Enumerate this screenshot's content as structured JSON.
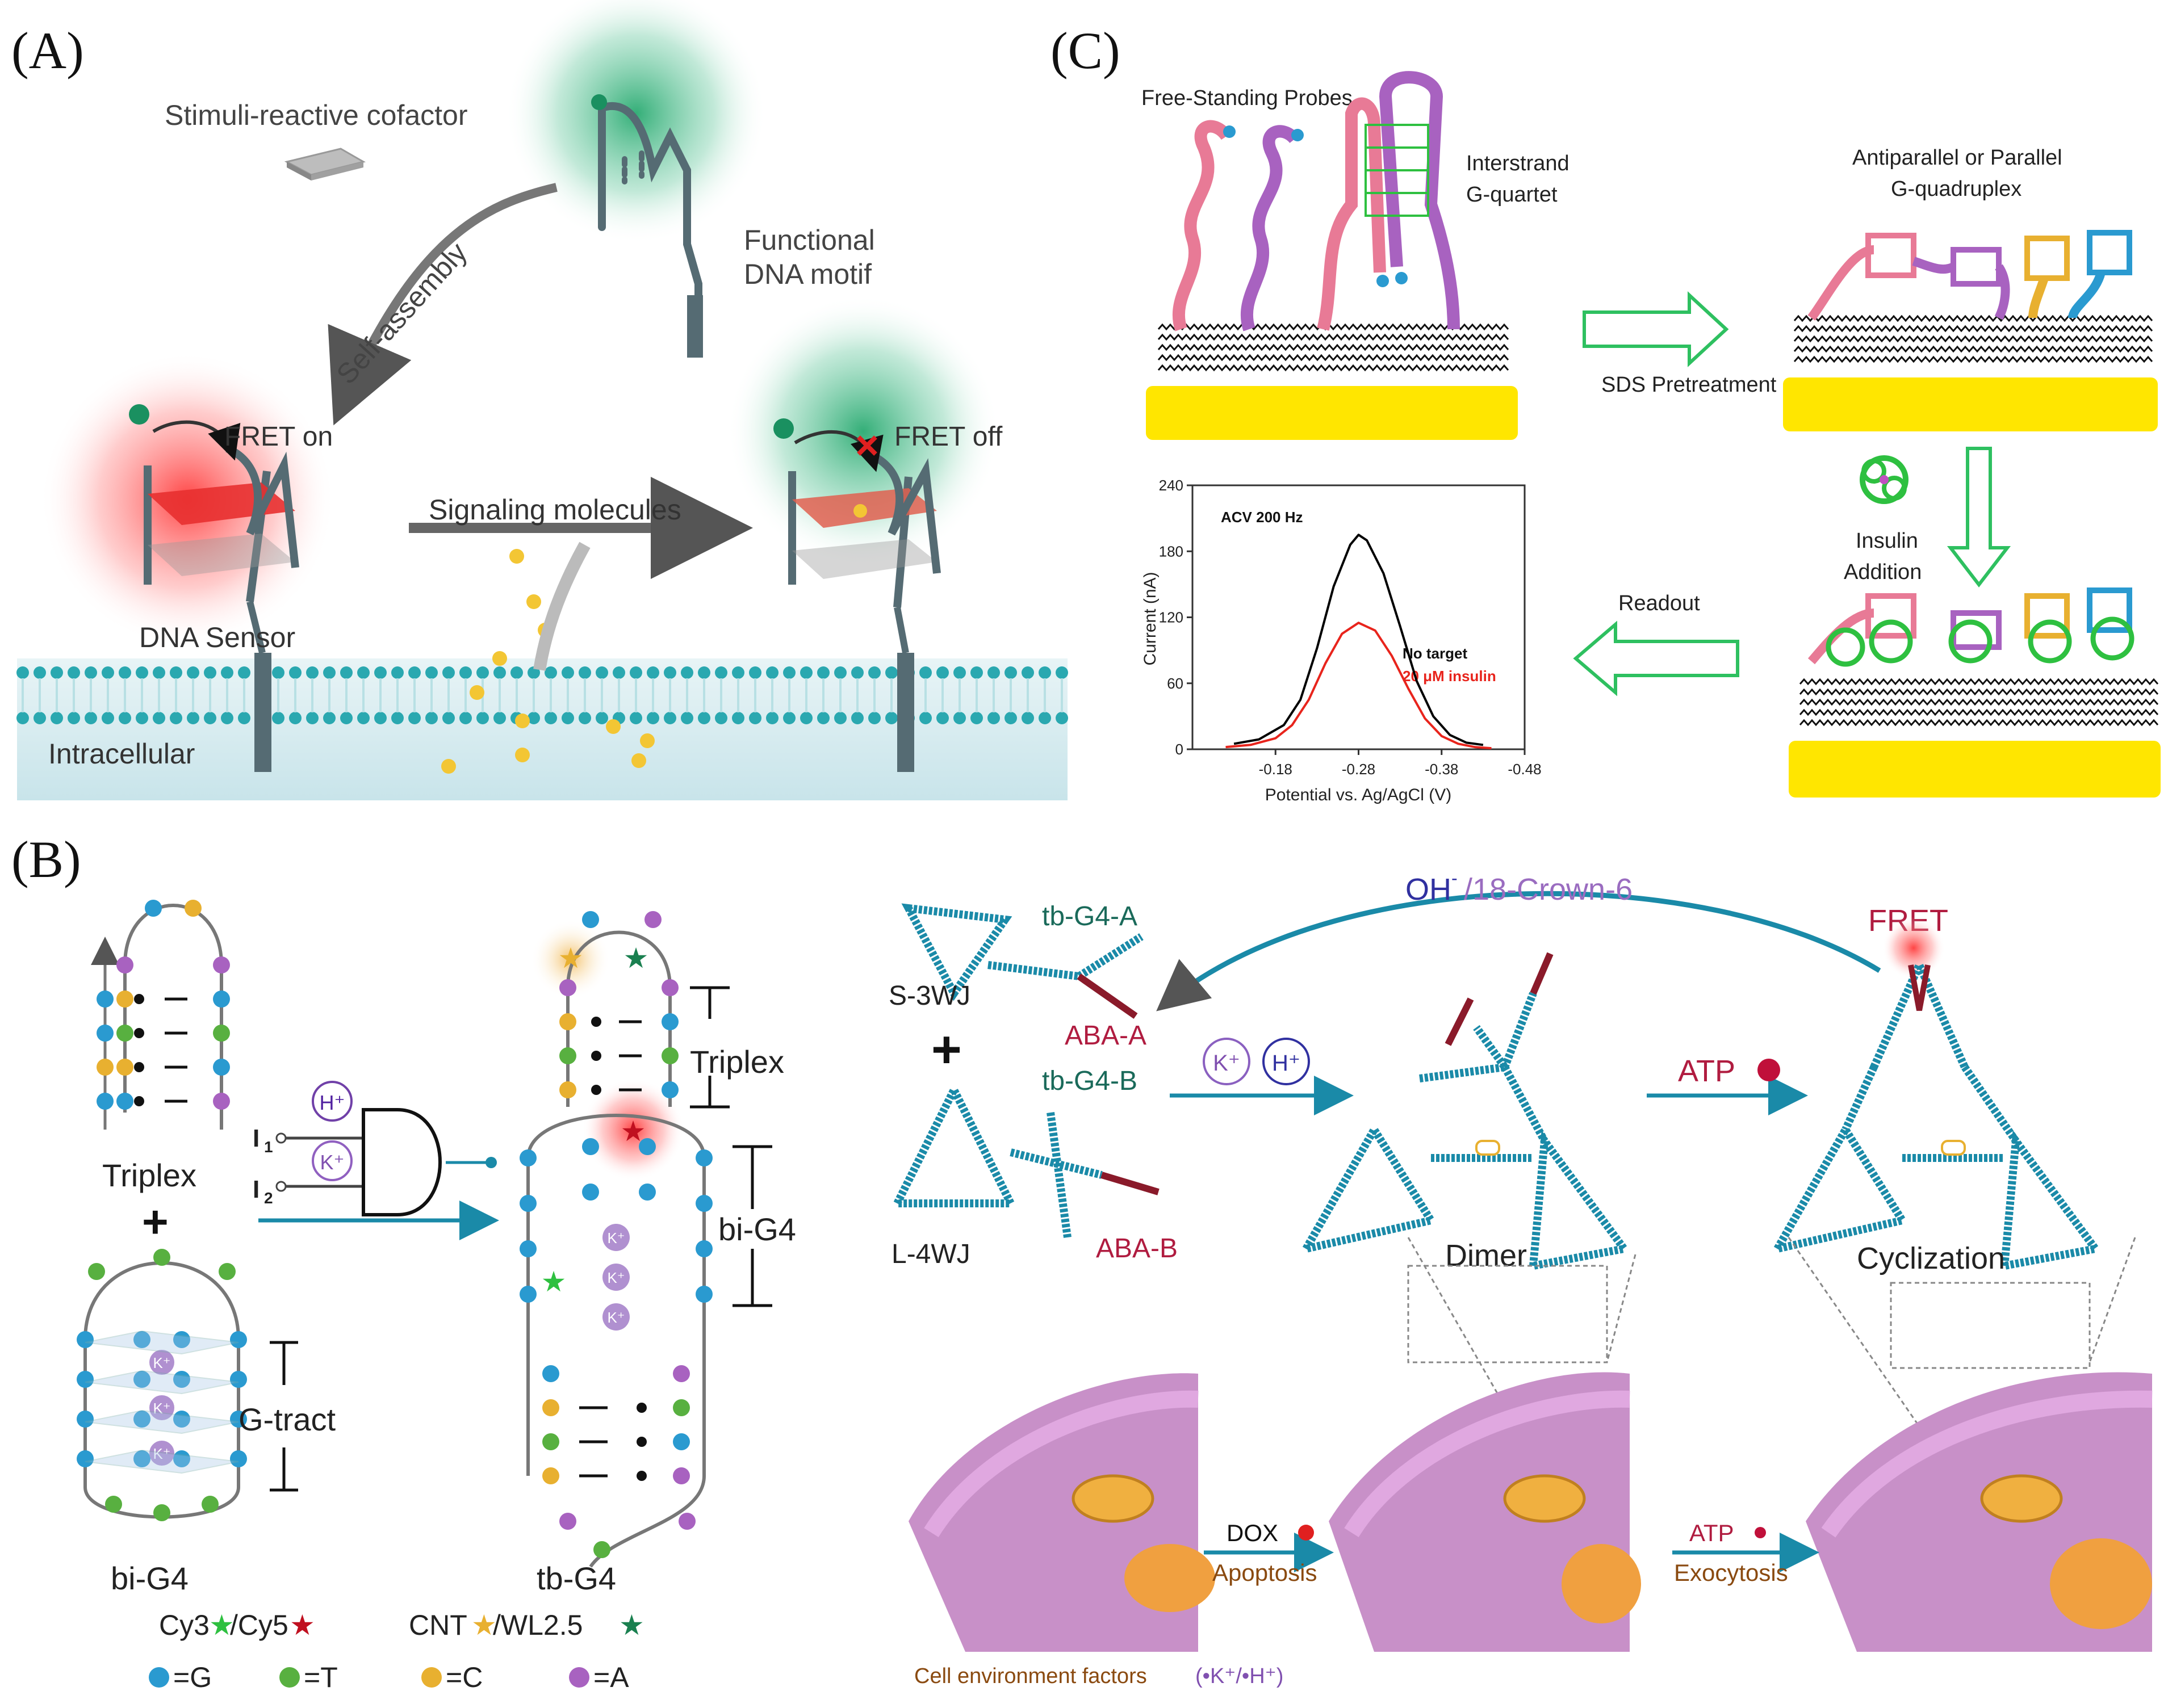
{
  "panelA": {
    "label": "(A)",
    "cofactor": "Stimuli-reactive cofactor",
    "self_assembly": "Self-assembly",
    "motif_line1": "Functional",
    "motif_line2": "DNA motif",
    "fret_on": "FRET on",
    "fret_off": "FRET off",
    "signaling": "Signaling molecules",
    "sensor": "DNA Sensor",
    "intracellular": "Intracellular"
  },
  "panelB": {
    "label": "(B)",
    "triplex": "Triplex",
    "plus1": "+",
    "bi_g4": "bi-G4",
    "g_tract": "G-tract",
    "i1": "I",
    "i1_sub": "1",
    "i2": "I",
    "i2_sub": "2",
    "h_plus": "H⁺",
    "k_plus": "K⁺",
    "k_ion": "K⁺",
    "tb_g4": "tb-G4",
    "triplex_right": "Triplex",
    "bi_g4_right": "bi-G4",
    "legend": {
      "cy3": "Cy3",
      "cy5": "/Cy5",
      "cnt": "CNT",
      "wl": "/WL2.5",
      "g": "=G",
      "t": "=T",
      "c": "=C",
      "a": "=A"
    },
    "right": {
      "tb_g4_a": "tb-G4-A",
      "s_3wj": "S-3WJ",
      "aba_a": "ABA-A",
      "plus": "+",
      "tb_g4_b": "tb-G4-B",
      "l_4wj": "L-4WJ",
      "aba_b": "ABA-B",
      "oh": "OH",
      "oh_sup": "-",
      "crown": "/18-Crown-6",
      "fret": "FRET",
      "k_circle": "K⁺",
      "h_circle": "H⁺",
      "atp": "ATP",
      "dimer": "Dimer",
      "cyclization": "Cyclization",
      "dox": "DOX",
      "apoptosis": "Apoptosis",
      "atp2": "ATP",
      "exocytosis": "Exocytosis",
      "cell_env": "Cell environment factors",
      "cell_ions": "(•K⁺/•H⁺)"
    }
  },
  "panelC": {
    "label": "(C)",
    "free_standing": "Free-Standing Probes",
    "interstrand_1": "Interstrand",
    "interstrand_2": "G-quartet",
    "antiparallel_1": "Antiparallel or Parallel",
    "antiparallel_2": "G-quadruplex",
    "sds": "SDS Pretreatment",
    "insulin_1": "Insulin",
    "insulin_2": "Addition",
    "readout": "Readout"
  },
  "chart_data": {
    "type": "line",
    "annotation": "ACV 200 Hz",
    "xlabel": "Potential vs. Ag/AgCl (V)",
    "ylabel": "Current (nA)",
    "x_ticks": [
      "-0.18",
      "-0.28",
      "-0.38",
      "-0.48"
    ],
    "y_ticks": [
      "0",
      "60",
      "120",
      "180",
      "240"
    ],
    "xlim": [
      -0.08,
      -0.48
    ],
    "ylim": [
      0,
      240
    ],
    "series": [
      {
        "name": "No target",
        "color": "#000000",
        "x": [
          -0.13,
          -0.16,
          -0.19,
          -0.21,
          -0.23,
          -0.25,
          -0.27,
          -0.28,
          -0.29,
          -0.31,
          -0.33,
          -0.35,
          -0.37,
          -0.39,
          -0.41,
          -0.43
        ],
        "y": [
          5,
          9,
          22,
          45,
          92,
          148,
          186,
          195,
          190,
          160,
          112,
          62,
          30,
          13,
          6,
          4
        ]
      },
      {
        "name": "20 μM insulin",
        "color": "#e8241c",
        "x": [
          -0.12,
          -0.15,
          -0.18,
          -0.2,
          -0.22,
          -0.24,
          -0.26,
          -0.28,
          -0.3,
          -0.32,
          -0.34,
          -0.36,
          -0.38,
          -0.4,
          -0.42,
          -0.44
        ],
        "y": [
          2,
          4,
          10,
          22,
          45,
          78,
          105,
          115,
          108,
          85,
          55,
          28,
          12,
          5,
          2,
          1
        ]
      }
    ]
  }
}
